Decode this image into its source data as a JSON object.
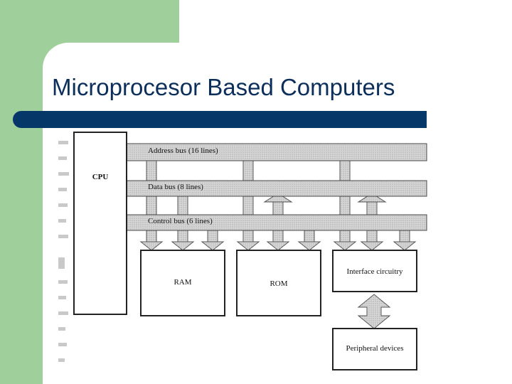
{
  "slide": {
    "title": "Microprocesor Based Computers",
    "accent_green": "#9fcf9b",
    "title_bar_color": "#053868",
    "title_color": "#0b2f5a"
  },
  "diagram": {
    "cpu": "CPU",
    "buses": [
      {
        "id": "address",
        "label": "Address bus (16 lines)"
      },
      {
        "id": "data",
        "label": "Data bus (8 lines)"
      },
      {
        "id": "control",
        "label": "Control bus (6 lines)"
      }
    ],
    "blocks": {
      "ram": "RAM",
      "rom": "ROM",
      "interface": "Interface circuitry",
      "peripheral": "Peripheral devices"
    }
  }
}
